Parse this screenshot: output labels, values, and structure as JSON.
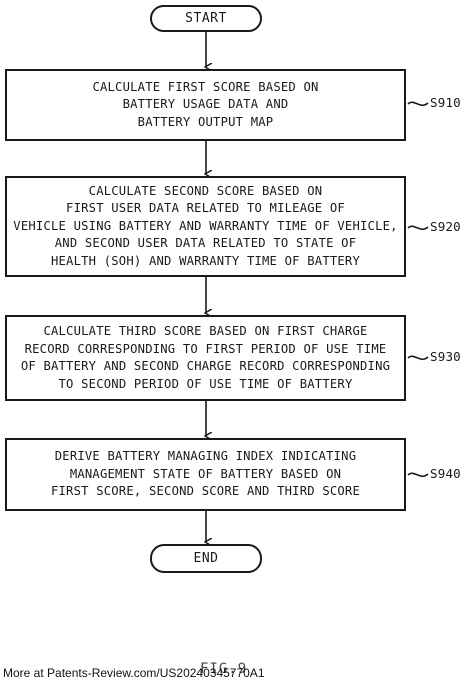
{
  "flowchart": {
    "start_label": "START",
    "end_label": "END",
    "steps": [
      {
        "id": "S910",
        "lines": [
          "CALCULATE FIRST SCORE BASED ON",
          "BATTERY USAGE DATA AND",
          "BATTERY OUTPUT MAP"
        ]
      },
      {
        "id": "S920",
        "lines": [
          "CALCULATE SECOND SCORE BASED ON",
          "FIRST USER DATA RELATED TO MILEAGE OF",
          "VEHICLE USING BATTERY AND WARRANTY TIME OF VEHICLE,",
          "AND SECOND USER DATA RELATED TO STATE OF",
          "HEALTH (SOH) AND WARRANTY TIME OF BATTERY"
        ]
      },
      {
        "id": "S930",
        "lines": [
          "CALCULATE THIRD SCORE BASED ON FIRST CHARGE",
          "RECORD CORRESPONDING TO FIRST PERIOD OF USE TIME",
          "OF BATTERY AND SECOND CHARGE RECORD CORRESPONDING",
          "TO SECOND PERIOD OF USE TIME OF BATTERY"
        ]
      },
      {
        "id": "S940",
        "lines": [
          "DERIVE BATTERY MANAGING INDEX INDICATING",
          "MANAGEMENT STATE OF BATTERY BASED ON",
          "FIRST SCORE, SECOND SCORE AND THIRD SCORE"
        ]
      }
    ]
  },
  "figure_label": "FIG.9",
  "footer": {
    "link_text": "More at Patents-Review.com/US20240345770A1"
  }
}
